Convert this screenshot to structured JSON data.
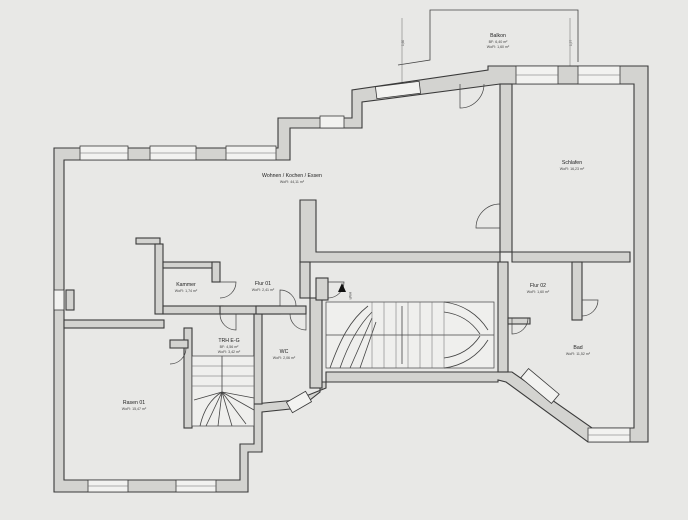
{
  "rooms": {
    "balkon": {
      "name": "Balkon",
      "area1": "BF: 6,40 m²",
      "area2": "WoFl: 1,60 m²"
    },
    "wohnen": {
      "name": "Wohnen / Kochen / Essen",
      "area": "WoFl: 44,11 m²"
    },
    "schlafen": {
      "name": "Schlafen",
      "area": "WoFl: 16,23 m²"
    },
    "kammer": {
      "name": "Kammer",
      "area": "WoFl: 1,74 m²"
    },
    "flur01": {
      "name": "Flur 01",
      "area": "WoFl: 2,41 m²"
    },
    "flur02": {
      "name": "Flur 02",
      "area": "WoFl: 1,60 m²"
    },
    "trh": {
      "name": "TRH E-G",
      "area1": "BF: 4,56 m²",
      "area2": "WoFl: 3,42 m²"
    },
    "wc": {
      "name": "WC",
      "area": "WoFl: 2,06 m²"
    },
    "rasen": {
      "name": "Rasen 01",
      "area": "WoFl: 15,47 m²"
    },
    "bad": {
      "name": "Bad",
      "area": "WoFl: 11,52 m²"
    }
  },
  "labels": {
    "hwr": "HWR",
    "dim_left": "1,60",
    "dim_right": "1,57"
  }
}
